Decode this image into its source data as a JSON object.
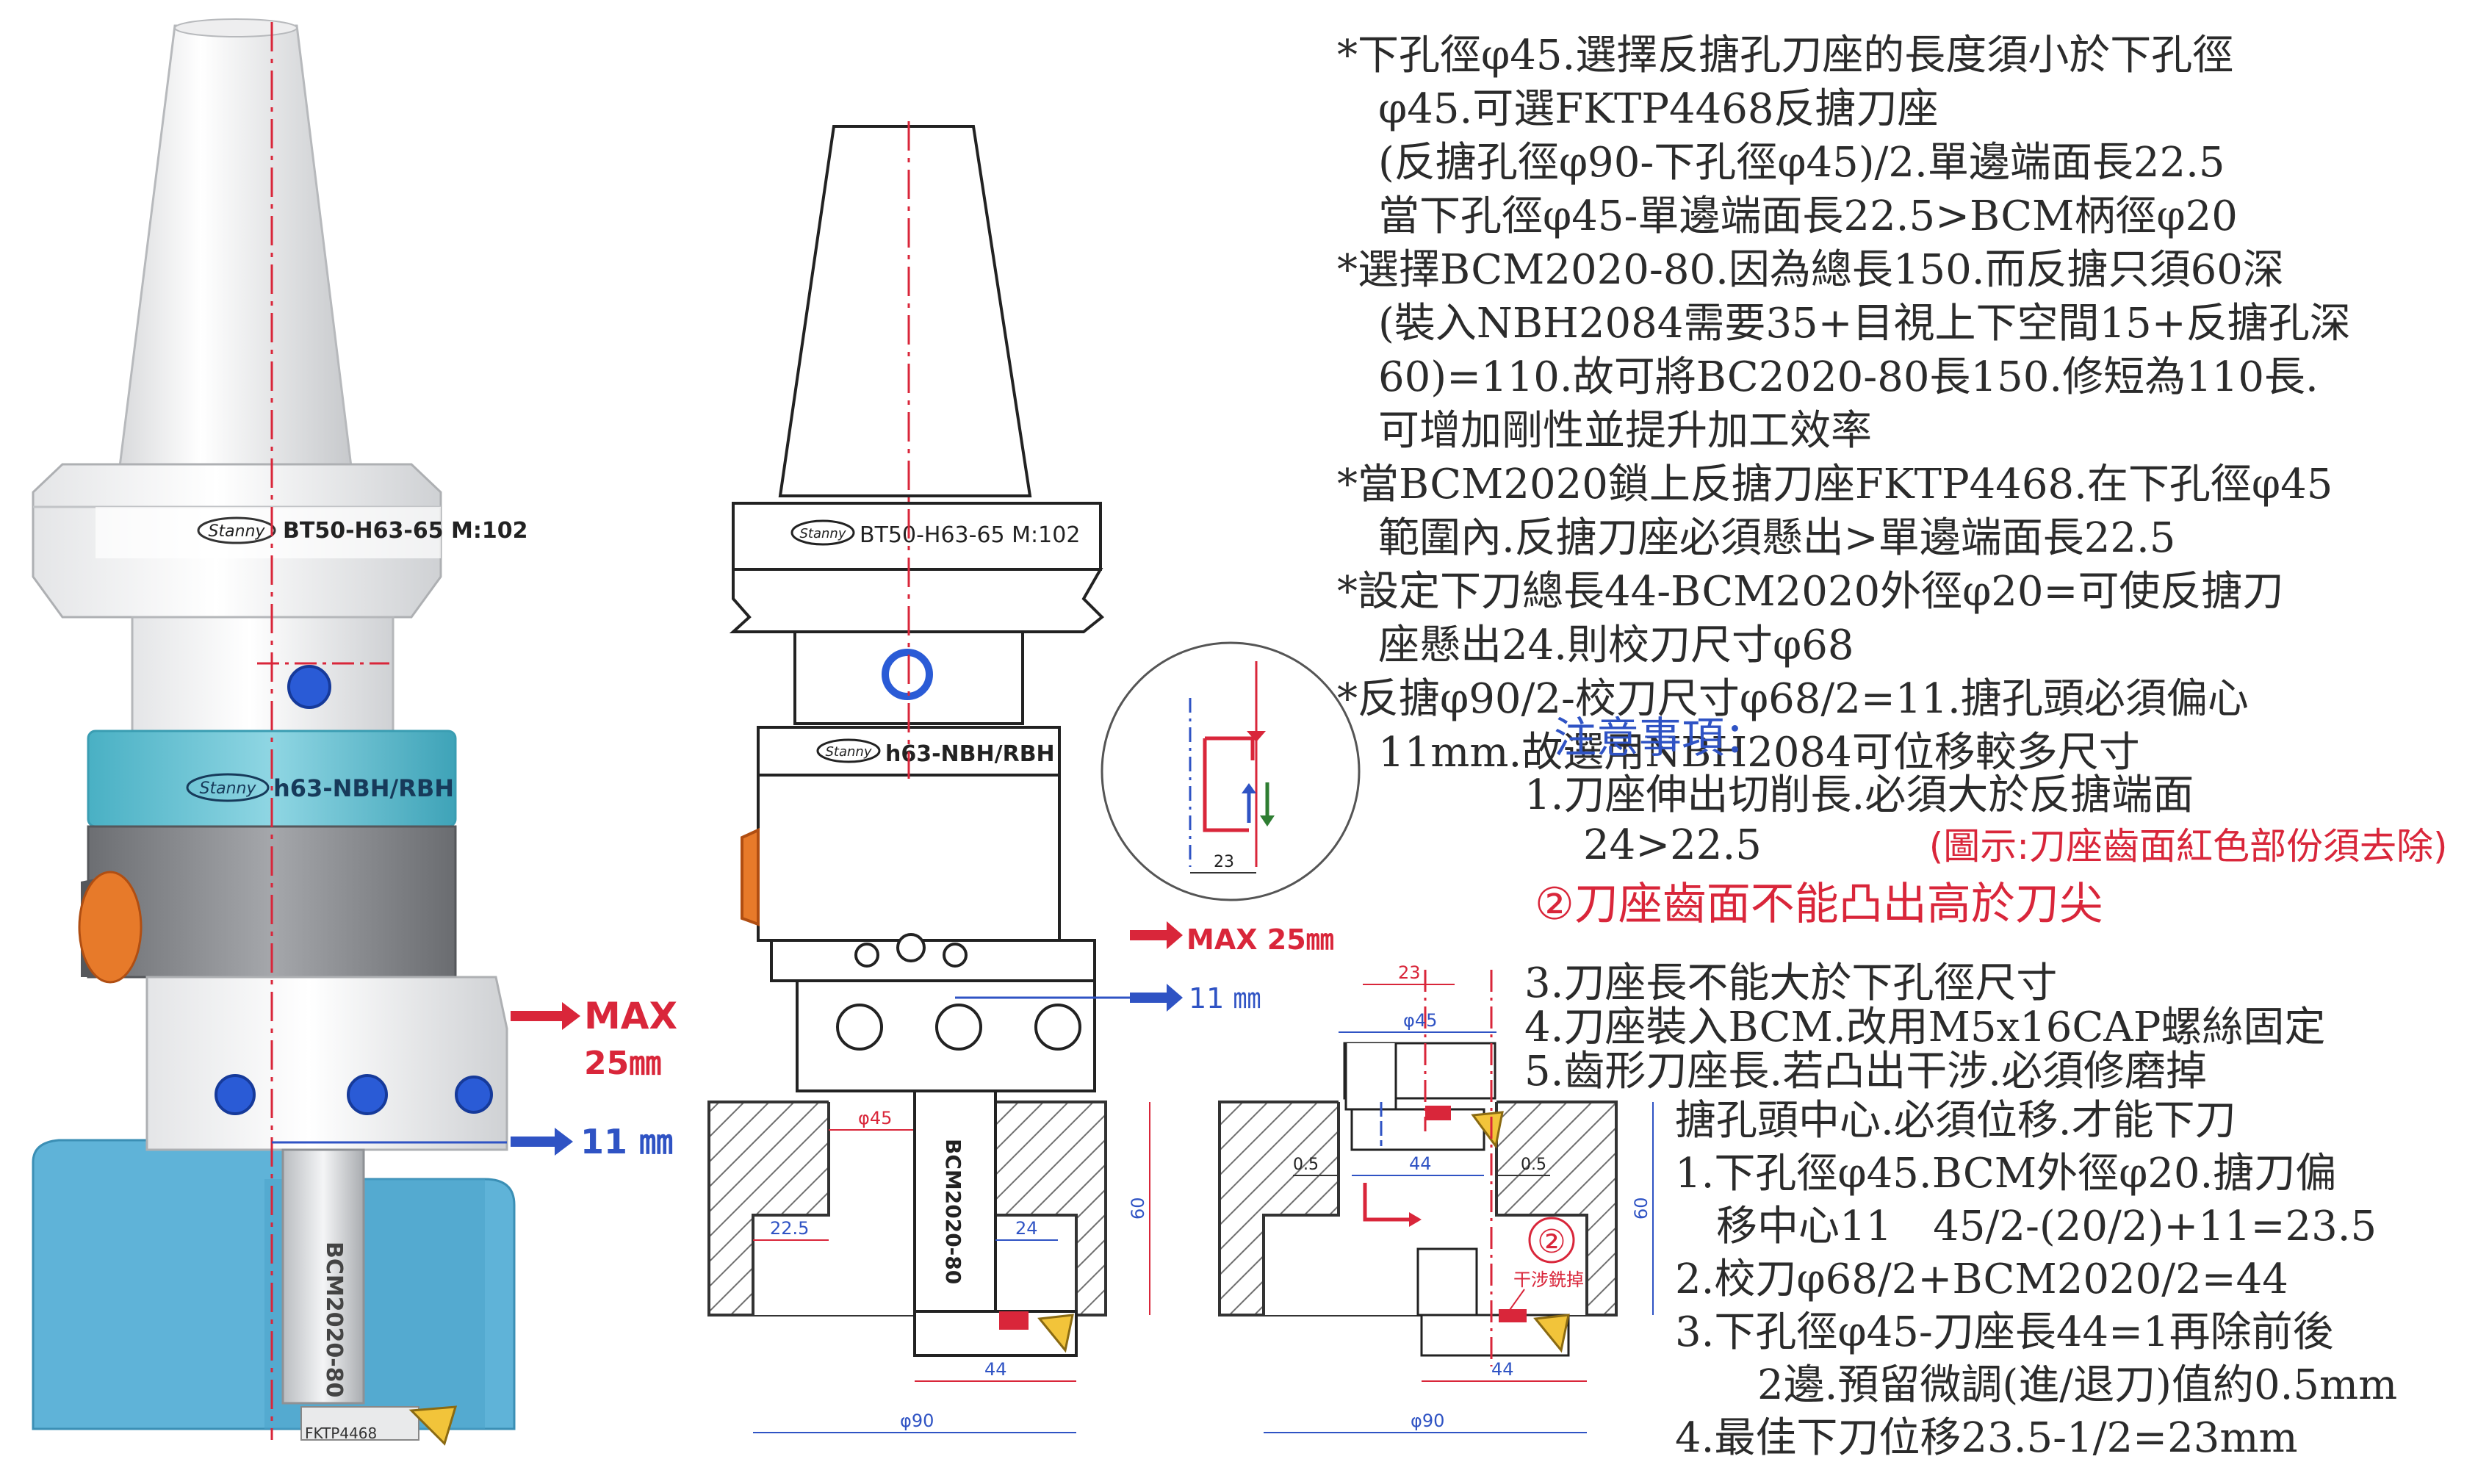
{
  "colors": {
    "red": "#d9263a",
    "blue": "#2f53c4",
    "teal": "#4bb6c9",
    "bore": "#5fb3d8",
    "text": "#2b2b2b",
    "hatch": "#6f6f6f"
  },
  "photo": {
    "holder_label": "BT50-H63-65  M:102",
    "head_label": "h63-NBH/RBH",
    "brand": "Stanny",
    "bar_label": "BCM2020-80",
    "insert_label": "FKTP4468",
    "max_label": "MAX",
    "max_value": "25㎜",
    "offset_value": "11 ㎜"
  },
  "drawing": {
    "holder_label": "BT50-H63-65 M:102",
    "head_label": "h63-NBH/RBH",
    "brand": "Stanny",
    "bar_label": "BCM2020-80",
    "max_label": "MAX 25㎜",
    "offset_label": "11 ㎜",
    "dim_phi45": "φ45",
    "dim_22_5": "22.5",
    "dim_24": "24",
    "dim_60": "60",
    "dim_44": "44",
    "dim_phi90": "φ90"
  },
  "inset": {
    "dim_23": "23"
  },
  "section": {
    "dim_23": "23",
    "dim_phi45": "φ45",
    "dim_44_top": "44",
    "dim_0_5_left": "0.5",
    "dim_0_5_right": "0.5",
    "dim_60": "60",
    "dim_44_bottom": "44",
    "dim_phi90": "φ90",
    "circle_num": "②",
    "interference_note": "干涉銑掉"
  },
  "notes_main": [
    "*下孔徑φ45.選擇反搪孔刀座的長度須小於下孔徑",
    "　φ45.可選FKTP4468反搪刀座",
    "　(反搪孔徑φ90-下孔徑φ45)/2.單邊端面長22.5",
    "　當下孔徑φ45-單邊端面長22.5>BCM柄徑φ20",
    "*選擇BCM2020-80.因為總長150.而反搪只須60深",
    "　(裝入NBH2084需要35+目視上下空間15+反搪孔深",
    "　60)=110.故可將BC2020-80長150.修短為110長.",
    "　可增加剛性並提升加工效率",
    "*當BCM2020鎖上反搪刀座FKTP4468.在下孔徑φ45",
    "　範圍內.反搪刀座必須懸出>單邊端面長22.5",
    "*設定下刀總長44-BCM2020外徑φ20=可使反搪刀",
    "　座懸出24.則校刀尺寸φ68",
    "*反搪φ90/2-校刀尺寸φ68/2=11.搪孔頭必須偏心",
    "　11mm.故選用NBH2084可位移較多尺寸"
  ],
  "caution": {
    "title": "注意事項：",
    "item1": "1.刀座伸出切削長.必須大於反搪端面",
    "item1_value": "24>22.5",
    "item1_note": "(圖示:刀座齒面紅色部份須去除)",
    "item2_num": "②",
    "item2": "刀座齒面不能凸出高於刀尖",
    "items_rest": [
      "3.刀座長不能大於下孔徑尺寸",
      "4.刀座裝入BCM.改用M5x16CAP螺絲固定",
      "5.齒形刀座長.若凸出干涉.必須修磨掉"
    ]
  },
  "notes_offset": [
    "搪孔頭中心.必須位移.才能下刀",
    "1.下孔徑φ45.BCM外徑φ20.搪刀偏",
    "　移中心11　45/2-(20/2)+11=23.5",
    "2.校刀φ68/2+BCM2020/2=44",
    "3.下孔徑φ45-刀座長44=1再除前後",
    "　　2邊.預留微調(進/退刀)值約0.5mm",
    "4.最佳下刀位移23.5-1/2=23mm"
  ]
}
